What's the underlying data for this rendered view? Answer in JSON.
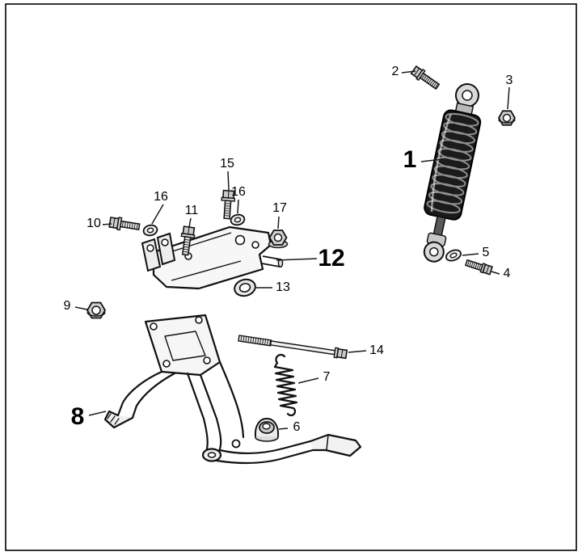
{
  "diagram": {
    "background_color": "#ffffff",
    "line_color": "#000000"
  },
  "labels": {
    "shock_absorber": "1",
    "shock_top_bolt": "2",
    "shock_top_nut": "3",
    "shock_bottom_bolt": "4",
    "shock_bottom_washer": "5",
    "rubber_buffer": "6",
    "return_spring": "7",
    "center_stand": "8",
    "stand_nut": "9",
    "bracket_bolt_left": "10",
    "bracket_bolt_mid": "11",
    "mounting_bracket": "12",
    "spacer_ring": "13",
    "pivot_bolt": "14",
    "bracket_bolt_top": "15",
    "washer_left": "16",
    "washer_right": "16",
    "bracket_nut": "17"
  }
}
